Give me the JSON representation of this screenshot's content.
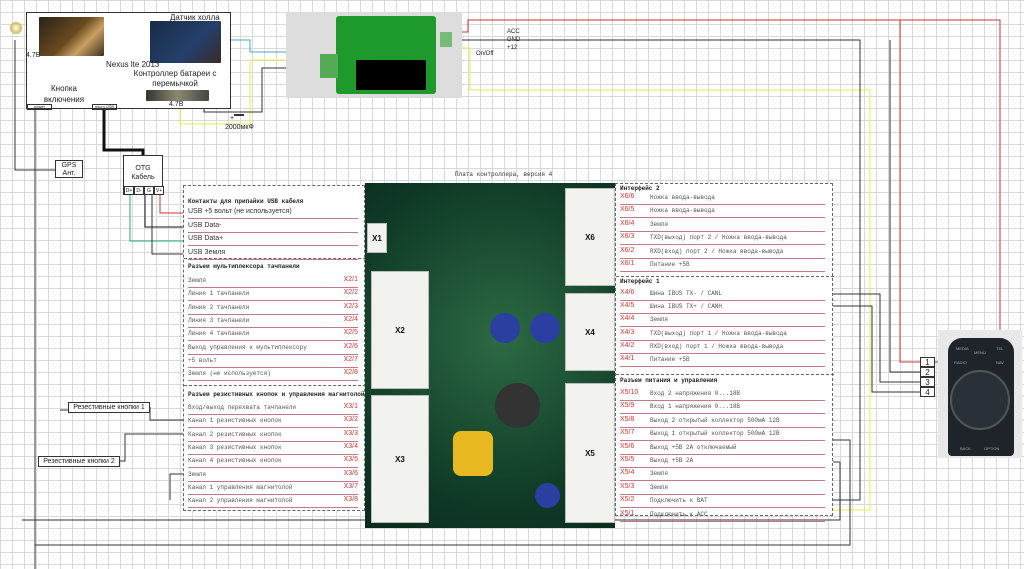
{
  "nexus": {
    "device": "Nexus lte 2013",
    "hall_sensor": "Датчик холла",
    "battery_controller": "Контроллер батареи с перемычкой",
    "voltage": "4.7В",
    "button_voltage": "4.7В",
    "power_button": "Кнопка включения",
    "power_tab": "power",
    "usb_tab": "micro USB"
  },
  "capacitor": {
    "label": "2000мкФ",
    "plus": "+"
  },
  "converter": {
    "acc": "ACC",
    "gnd": "GND",
    "v12": "+12",
    "switch": "On/Off"
  },
  "gps": {
    "label": "GPS Ант."
  },
  "otg": {
    "label": "OTG Кабель",
    "pins": [
      "D+",
      "D-",
      "G",
      "V+"
    ]
  },
  "board": {
    "title": "Плата контроллера, версия 4",
    "connectors": [
      "X1",
      "X2",
      "X3",
      "X4",
      "X5",
      "X6"
    ]
  },
  "resistive_labels": [
    "Резестивные кнопки 1",
    "Резестивные кнопки 2"
  ],
  "left_panel": {
    "usb": {
      "header": "Контакты для припайки USB кабеля",
      "rows": [
        "USB +5 вольт (не используется)",
        "USB Data-",
        "USB Data+",
        "USB Земля"
      ]
    },
    "mux": {
      "header": "Разъем мультиплексора тачпанели",
      "rows": [
        [
          "Земля",
          "X2/1"
        ],
        [
          "Линия 1 тачпанели",
          "X2/2"
        ],
        [
          "Линия 2 тачпанели",
          "X2/3"
        ],
        [
          "Линия 3 тачпанели",
          "X2/4"
        ],
        [
          "Линия 4 тачпанели",
          "X2/5"
        ],
        [
          "Выход управления к мультиплексору",
          "X2/6"
        ],
        [
          "+5 вольт",
          "X2/7"
        ],
        [
          "Земля (не используется)",
          "X2/8"
        ]
      ]
    },
    "res": {
      "header": "Разъем резистивных кнопок и управления магнитолой",
      "rows": [
        [
          "Вход/выход перехвата тачпанели",
          "X3/1"
        ],
        [
          "Канал 1 резистивных кнопок",
          "X3/2"
        ],
        [
          "Канал 2 резистивных кнопок",
          "X3/3"
        ],
        [
          "Канал 3 резистивных кнопок",
          "X3/4"
        ],
        [
          "Канал 4 резистивных кнопок",
          "X3/5"
        ],
        [
          "Земля",
          "X3/6"
        ],
        [
          "Канал 1 управления магнитолой",
          "X3/7"
        ],
        [
          "Канал 2 управления магнитолой",
          "X3/8"
        ]
      ]
    }
  },
  "right_panel": {
    "if2": {
      "header": "Интерфейс 2",
      "rows": [
        [
          "X6/6",
          "Ножка ввода-вывода"
        ],
        [
          "X6/5",
          "Ножка ввода-вывода"
        ],
        [
          "X6/4",
          "Земля"
        ],
        [
          "X6/3",
          "TXD(выход) порт 2 / Ножка ввода-вывода"
        ],
        [
          "X6/2",
          "RXD(вход) порт 2 / Ножка ввода-вывода"
        ],
        [
          "X6/1",
          "Питание +5В"
        ]
      ]
    },
    "if1": {
      "header": "Интерфейс 1",
      "rows": [
        [
          "X4/6",
          "Шина IBUS TX- / CANL"
        ],
        [
          "X4/5",
          "Шина IBUS TX+ / CANH"
        ],
        [
          "X4/4",
          "Земля"
        ],
        [
          "X4/3",
          "TXD(выход) порт 1 / Ножка ввода-вывода"
        ],
        [
          "X4/2",
          "RXD(вход) порт 1 / Ножка ввода-вывода"
        ],
        [
          "X4/1",
          "Питание +5В"
        ]
      ]
    },
    "pwr": {
      "header": "Разъем питания и управления",
      "rows": [
        [
          "X5/10",
          "Вход 2 напряжения 0...18В"
        ],
        [
          "X5/9",
          "Вход 1 напряжения 0...18В"
        ],
        [
          "X5/8",
          "Выход 2 открытый коллектор 500мА 12В"
        ],
        [
          "X5/7",
          "Выход 1 открытый коллектор 500мА 12В"
        ],
        [
          "X5/6",
          "Выход +5В 2А отключаемый"
        ],
        [
          "X5/5",
          "Выход +5В 2А"
        ],
        [
          "X5/4",
          "Земля"
        ],
        [
          "X5/3",
          "Земля"
        ],
        [
          "X5/2",
          "Подключить к BAT"
        ],
        [
          "X5/1",
          "Подключить к ACC"
        ]
      ]
    }
  },
  "controller": {
    "pins": [
      "1",
      "2",
      "3",
      "4"
    ],
    "buttons": [
      "MEDIA",
      "MENU",
      "TEL",
      "RADIO",
      "NAV",
      "BACK",
      "OPTION"
    ]
  }
}
